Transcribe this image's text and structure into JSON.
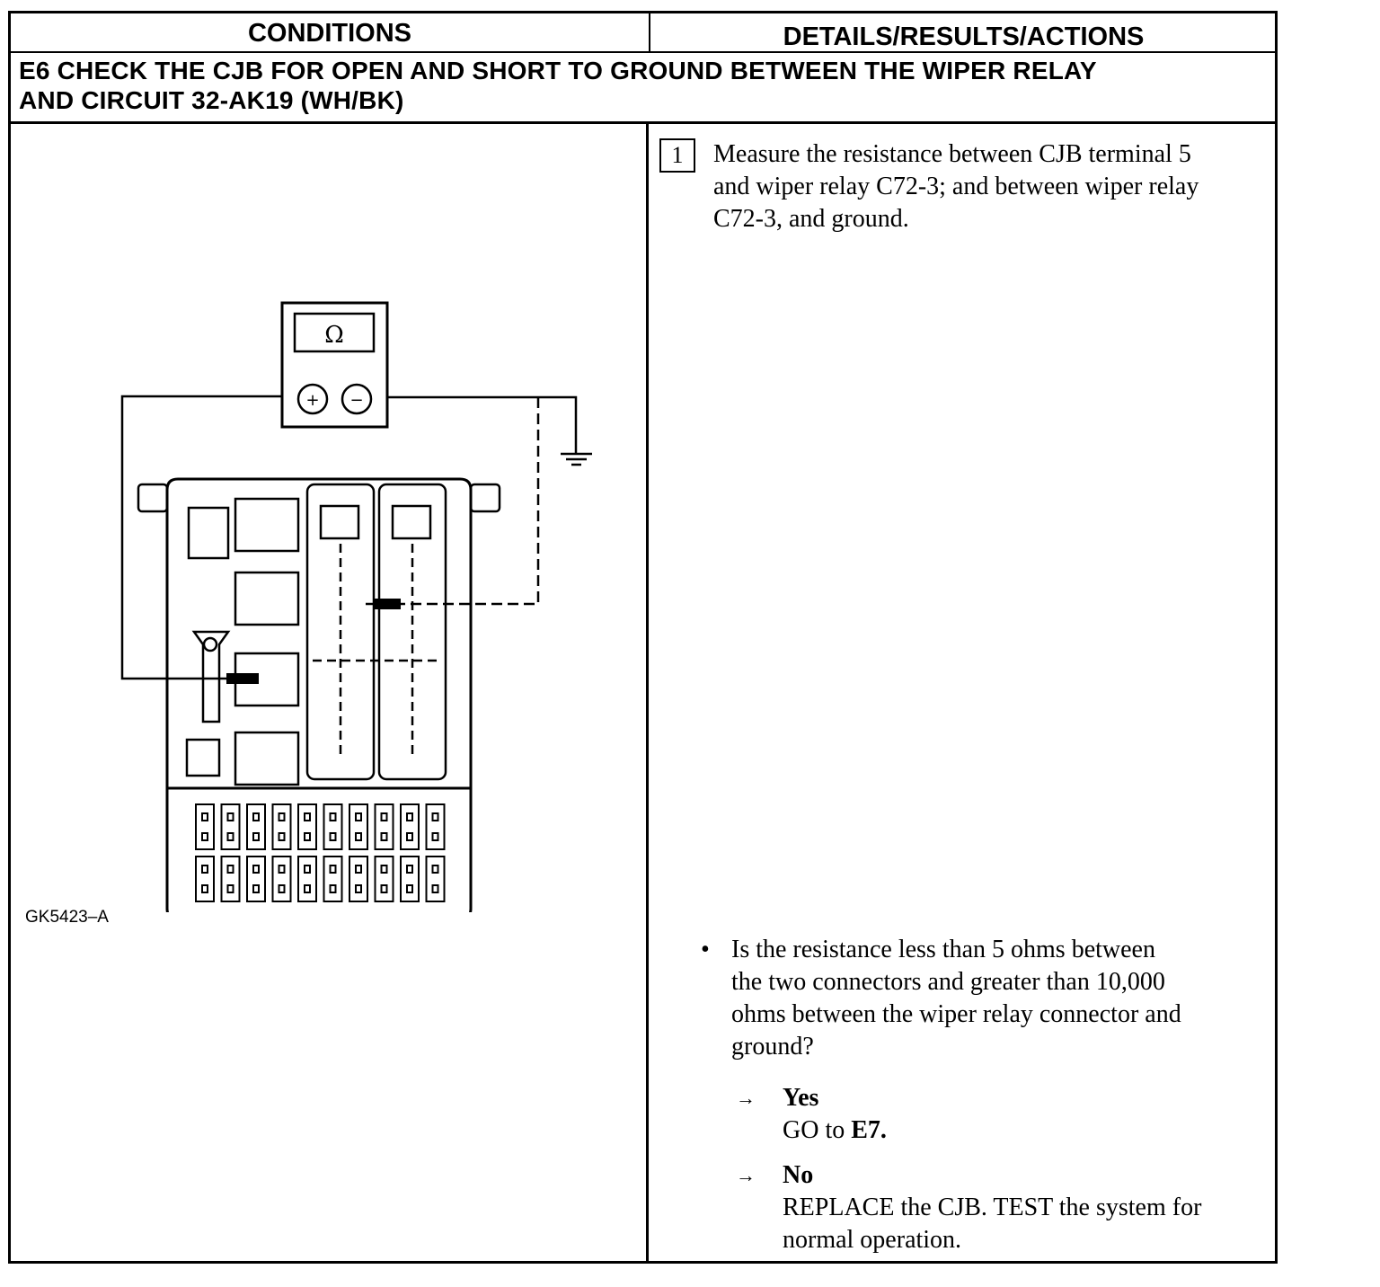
{
  "header": {
    "left": "CONDITIONS",
    "right": "DETAILS/RESULTS/ACTIONS"
  },
  "step": {
    "title_line1": "E6   CHECK THE CJB FOR OPEN AND SHORT TO GROUND BETWEEN THE WIPER RELAY",
    "title_line2": "AND CIRCUIT 32-AK19 (WH/BK)"
  },
  "figure": {
    "code": "GK5423–A",
    "meter_symbol": "Ω",
    "plus": "+",
    "minus": "−"
  },
  "action": {
    "number": "1",
    "line1": "Measure the resistance between CJB terminal 5",
    "line2": "and wiper relay C72-3; and between wiper relay",
    "line3": "C72-3, and ground."
  },
  "question": {
    "bullet": "•",
    "line1": "Is the resistance less than 5 ohms between",
    "line2": "the two connectors and greater than 10,000",
    "line3": "ohms between the wiper relay connector and",
    "line4": "ground?"
  },
  "answers": {
    "arrow": "→",
    "yes_label": "Yes",
    "yes_prefix": "GO to ",
    "yes_target": "E7.",
    "no_label": "No",
    "no_line1": "REPLACE the CJB. TEST the system for",
    "no_line2": "normal operation."
  }
}
